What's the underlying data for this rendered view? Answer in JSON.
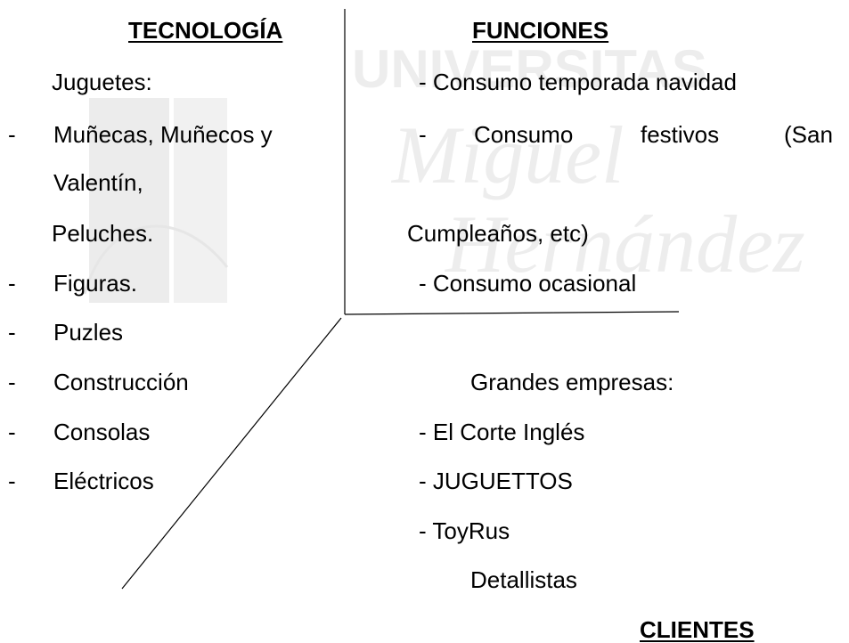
{
  "watermark": {
    "line1": "UNIVERSITAS",
    "line2": "Miguel",
    "line3": "Hernández"
  },
  "headings": {
    "technology": "TECNOLOGÍA",
    "functions": "FUNCIONES",
    "clients": "CLIENTES"
  },
  "technology": {
    "intro": "Juguetes:",
    "bullet": "-",
    "items": [
      "Muñecas, Muñecos y",
      "Valentín,",
      "Peluches.",
      "Figuras.",
      "Puzles",
      "Construcción",
      "Consolas",
      "Eléctricos"
    ]
  },
  "functions": {
    "item1": "- Consumo temporada navidad",
    "item2": {
      "dash": "-",
      "w1": "Consumo",
      "w2": "festivos",
      "w3": "(San"
    },
    "item2_cont": "Cumpleaños, etc)",
    "item3": "- Consumo ocasional"
  },
  "clients": {
    "intro": "Grandes empresas:",
    "items": [
      "- El Corte Inglés",
      "- JUGUETTOS",
      "- ToyRus"
    ],
    "outro": "Detallistas"
  }
}
